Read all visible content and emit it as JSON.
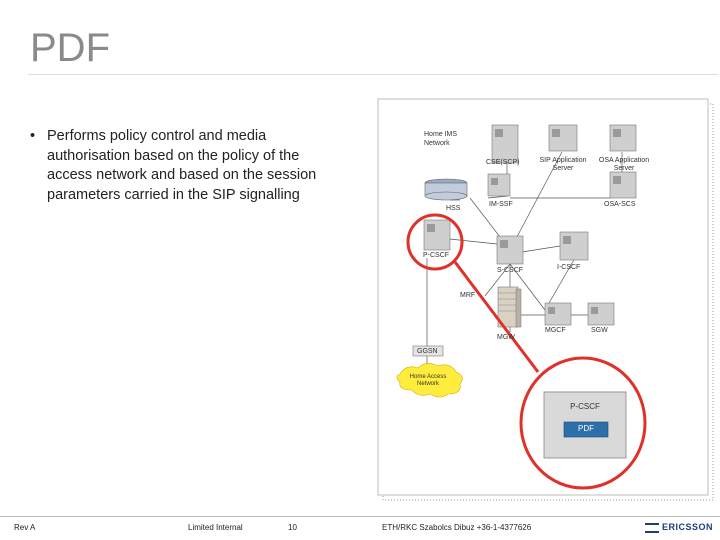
{
  "slide": {
    "title": "PDF",
    "bullet_mark": "•",
    "bullet_text": "Performs policy control and media authorisation based on the policy of the access network and based on the session parameters carried in the SIP signalling"
  },
  "diagram": {
    "home_network_label": "Home IMS Network",
    "cse_label": "CSE(SCP)",
    "sip_as_label": "SIP Application Server",
    "osa_as_label": "OSA Application Server",
    "hss_label": "HSS",
    "im_ssf_label": "IM-SSF",
    "osa_scs_label": "OSA-SCS",
    "pcscf_label": "P-CSCF",
    "scscf_label": "S-CSCF",
    "icscf_label": "I-CSCF",
    "mrf_label": "MRF",
    "mgcf_label": "MGCF",
    "sgw_label": "SGW",
    "mgw_label": "MGW",
    "ggsn_label": "GGSN",
    "home_access_label": "Home Access Network",
    "zoom_pcscf_label": "P-CSCF",
    "zoom_pdf_label": "PDF",
    "colors": {
      "highlight": "#e0302a",
      "node_bg": "#d6d6d6",
      "cloud": "#ffec3d",
      "pdf_box": "#2d6fa8"
    }
  },
  "footer": {
    "rev": "Rev A",
    "classification": "Limited Internal",
    "page": "10",
    "author": "ETH/RKC Szabolcs Dibuz +36-1-4377626",
    "logo": "ERICSSON"
  }
}
